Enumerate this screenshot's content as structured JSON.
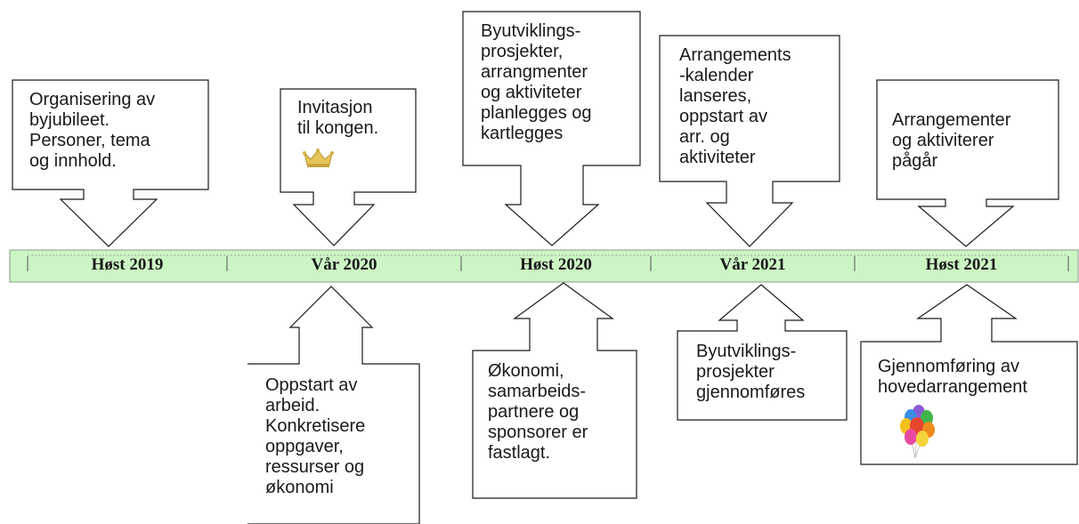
{
  "timeline": {
    "periods": [
      "Høst 2019",
      "Vår 2020",
      "Høst 2020",
      "Vår 2021",
      "Høst 2021"
    ]
  },
  "callouts_above": [
    {
      "text": "Organisering av\nbyjubileet.\nPersoner, tema\nog innhold."
    },
    {
      "text": "Invitasjon\ntil kongen.",
      "icon": "crown-icon"
    },
    {
      "text": "Byutviklings-\nprosjekter,\narrangmenter\nog aktiviteter\nplanlegges og\nkartlegges"
    },
    {
      "text": "Arrangements\n-kalender\nlanseres,\noppstart av\narr. og\naktiviteter"
    },
    {
      "text": "Arrangementer\nog aktiviterer\npågår"
    }
  ],
  "callouts_below": [
    {
      "text": "Oppstart av\narbeid.\nKonkretisere\noppgaver,\nressurser og\nøkonomi"
    },
    {
      "text": "Økonomi,\nsamarbeids-\npartnere og\nsponsorer er\nfastlagt."
    },
    {
      "text": "Byutviklings-\nprosjekter\ngjennomføres"
    },
    {
      "text": "Gjennomføring av\nhovedarrangement",
      "icon": "balloons-icon"
    }
  ],
  "colors": {
    "timeline_fill": "#ccf5c4",
    "outline": "#1a1a1a"
  }
}
